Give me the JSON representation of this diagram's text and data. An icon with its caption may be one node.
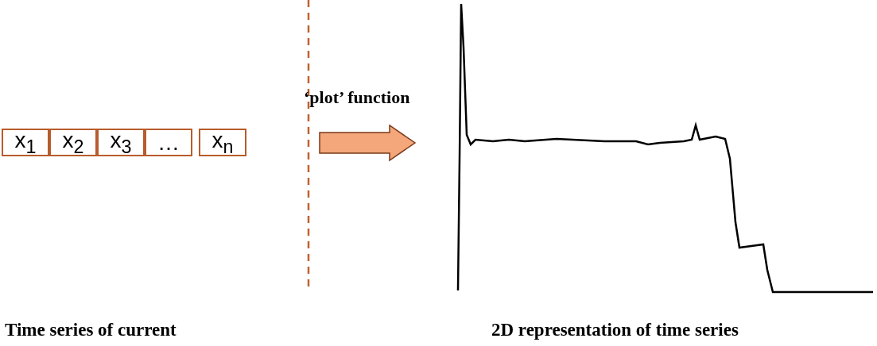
{
  "diagram": {
    "nodes": [
      {
        "text": [
          "x$_{1}$"
        ]
      },
      {
        "text": [
          "x$_{2}$"
        ]
      },
      {
        "text": [
          "x$_{3}$"
        ]
      },
      {
        "text": [
          "…"
        ]
      },
      {
        "text": [
          "x$_{n}$"
        ]
      },
      {
        "text": [],
        "shape": "picture",
        "beside": [
          "2D representation of time series"
        ]
      }
    ],
    "edges": [
      {
        "from": 4,
        "to": 5,
        "arrow": "to",
        "label": "‘plot’ function"
      }
    ],
    "labels": [
      "Time series of current"
    ]
  }
}
